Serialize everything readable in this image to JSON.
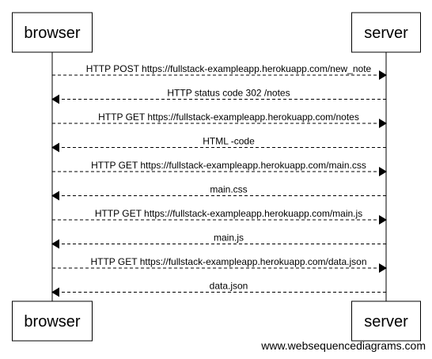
{
  "participants": [
    {
      "id": "browser",
      "label": "browser"
    },
    {
      "id": "server",
      "label": "server"
    }
  ],
  "messages": [
    {
      "from": "browser",
      "to": "server",
      "label": "HTTP POST https://fullstack-exampleapp.herokuapp.com/new_note"
    },
    {
      "from": "server",
      "to": "browser",
      "label": "HTTP status code 302 /notes"
    },
    {
      "from": "browser",
      "to": "server",
      "label": "HTTP GET https://fullstack-exampleapp.herokuapp.com/notes"
    },
    {
      "from": "server",
      "to": "browser",
      "label": "HTML -code"
    },
    {
      "from": "browser",
      "to": "server",
      "label": "HTTP GET https://fullstack-exampleapp.herokuapp.com/main.css"
    },
    {
      "from": "server",
      "to": "browser",
      "label": "main.css"
    },
    {
      "from": "browser",
      "to": "server",
      "label": "HTTP GET https://fullstack-exampleapp.herokuapp.com/main.js"
    },
    {
      "from": "server",
      "to": "browser",
      "label": "main.js"
    },
    {
      "from": "browser",
      "to": "server",
      "label": "HTTP GET https://fullstack-exampleapp.herokuapp.com/data.json"
    },
    {
      "from": "server",
      "to": "browser",
      "label": "data.json"
    }
  ],
  "watermark": "www.websequencediagrams.com",
  "colors": {
    "line": "#000000",
    "box_fill": "#ffffff",
    "background": "#ffffff"
  }
}
